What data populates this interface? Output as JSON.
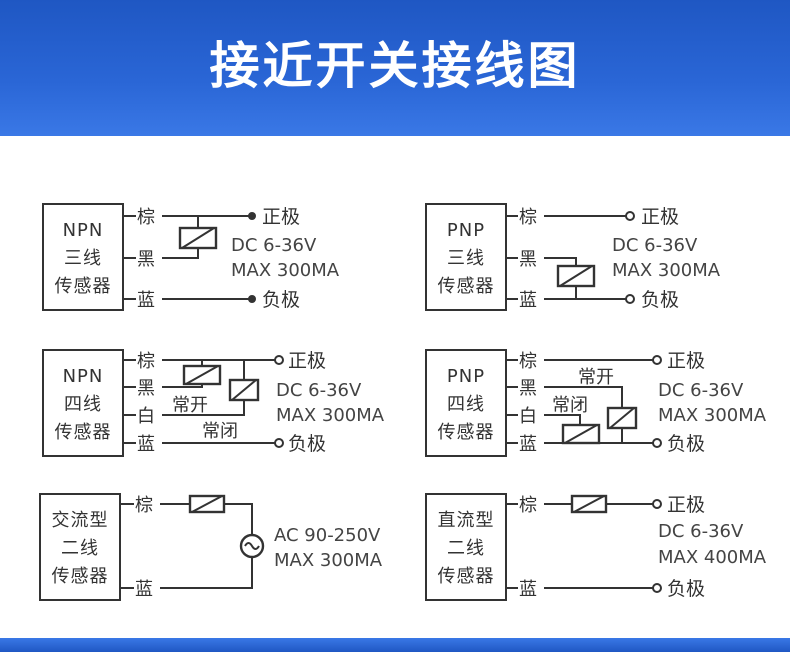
{
  "title": "接近开关接线图",
  "diagrams": [
    {
      "id": "npn3",
      "sensor_label": [
        "NPN",
        "三线",
        "传感器"
      ],
      "wires": [
        "棕",
        "黑",
        "蓝"
      ],
      "terminals": [
        "正极",
        "负极"
      ],
      "spec": [
        "DC 6-36V",
        "MAX 300MA"
      ]
    },
    {
      "id": "pnp3",
      "sensor_label": [
        "PNP",
        "三线",
        "传感器"
      ],
      "wires": [
        "棕",
        "黑",
        "蓝"
      ],
      "terminals": [
        "正极",
        "负极"
      ],
      "spec": [
        "DC 6-36V",
        "MAX 300MA"
      ]
    },
    {
      "id": "npn4",
      "sensor_label": [
        "NPN",
        "四线",
        "传感器"
      ],
      "wires": [
        "棕",
        "黑",
        "白",
        "蓝"
      ],
      "contacts": [
        "常开",
        "常闭"
      ],
      "terminals": [
        "正极",
        "负极"
      ],
      "spec": [
        "DC 6-36V",
        "MAX 300MA"
      ]
    },
    {
      "id": "pnp4",
      "sensor_label": [
        "PNP",
        "四线",
        "传感器"
      ],
      "wires": [
        "棕",
        "黑",
        "白",
        "蓝"
      ],
      "contacts": [
        "常开",
        "常闭"
      ],
      "terminals": [
        "正极",
        "负极"
      ],
      "spec": [
        "DC 6-36V",
        "MAX 300MA"
      ]
    },
    {
      "id": "ac2",
      "sensor_label": [
        "交流型",
        "二线",
        "传感器"
      ],
      "wires": [
        "棕",
        "蓝"
      ],
      "source_icon": "ac-source-icon",
      "spec": [
        "AC 90-250V",
        "MAX 300MA"
      ]
    },
    {
      "id": "dc2",
      "sensor_label": [
        "直流型",
        "二线",
        "传感器"
      ],
      "wires": [
        "棕",
        "蓝"
      ],
      "terminals": [
        "正极",
        "负极"
      ],
      "spec": [
        "DC 6-36V",
        "MAX 400MA"
      ]
    }
  ],
  "colors": {
    "header": "#2a66d6",
    "line": "#333333"
  }
}
